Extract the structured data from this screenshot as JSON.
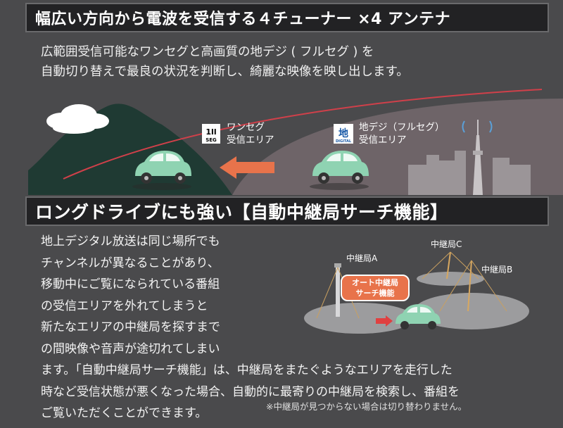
{
  "section1": {
    "title": "幅広い方向から電波を受信する４チューナー ×4 アンテナ",
    "intro_lines": [
      "広範囲受信可能なワンセグと高画質の地デジ ( フルセグ ) を",
      "自動切り替えで最良の状況を判断し、綺麗な映像を映し出します。"
    ],
    "oneseg_icon_line1": "1ll",
    "oneseg_icon_line2": "SEG",
    "oneseg_label_line1": "ワンセグ",
    "oneseg_label_line2": "受信エリア",
    "digital_icon_line1": "地",
    "digital_icon_line2": "DIGITAL",
    "digital_label_line1": "地デジ（フルセグ）",
    "digital_label_line2": "受信エリア"
  },
  "section2": {
    "title": "ロングドライブにも強い【自動中継局サーチ機能】",
    "body_lines": [
      "地上デジタル放送は同じ場所でも",
      "チャンネルが異なることがあり、",
      "移動中にご覧になられている番組",
      "の受信エリアを外れてしまうと",
      "新たなエリアの中継局を探すまで",
      "の間映像や音声が途切れてしまい",
      "ます。「自動中継局サーチ機能」は、中継局をまたぐようなエリアを走行した",
      "時など受信状態が悪くなった場合、自動的に最寄りの中継局を検索し、番組を",
      "ご覧いただくことができます。"
    ],
    "note": "※中継局が見つからない場合は切り替わりません。",
    "relay_a": "中継局A",
    "relay_b": "中継局B",
    "relay_c": "中継局C",
    "badge_line1": "オート中継局",
    "badge_line2": "サーチ機能"
  },
  "colors": {
    "background": "#4a4a4c",
    "banner": "#222224",
    "car": "#8fd3b2",
    "arrow": "#e8734b",
    "hill": "#1f3a33",
    "dome": "#6e6468"
  }
}
